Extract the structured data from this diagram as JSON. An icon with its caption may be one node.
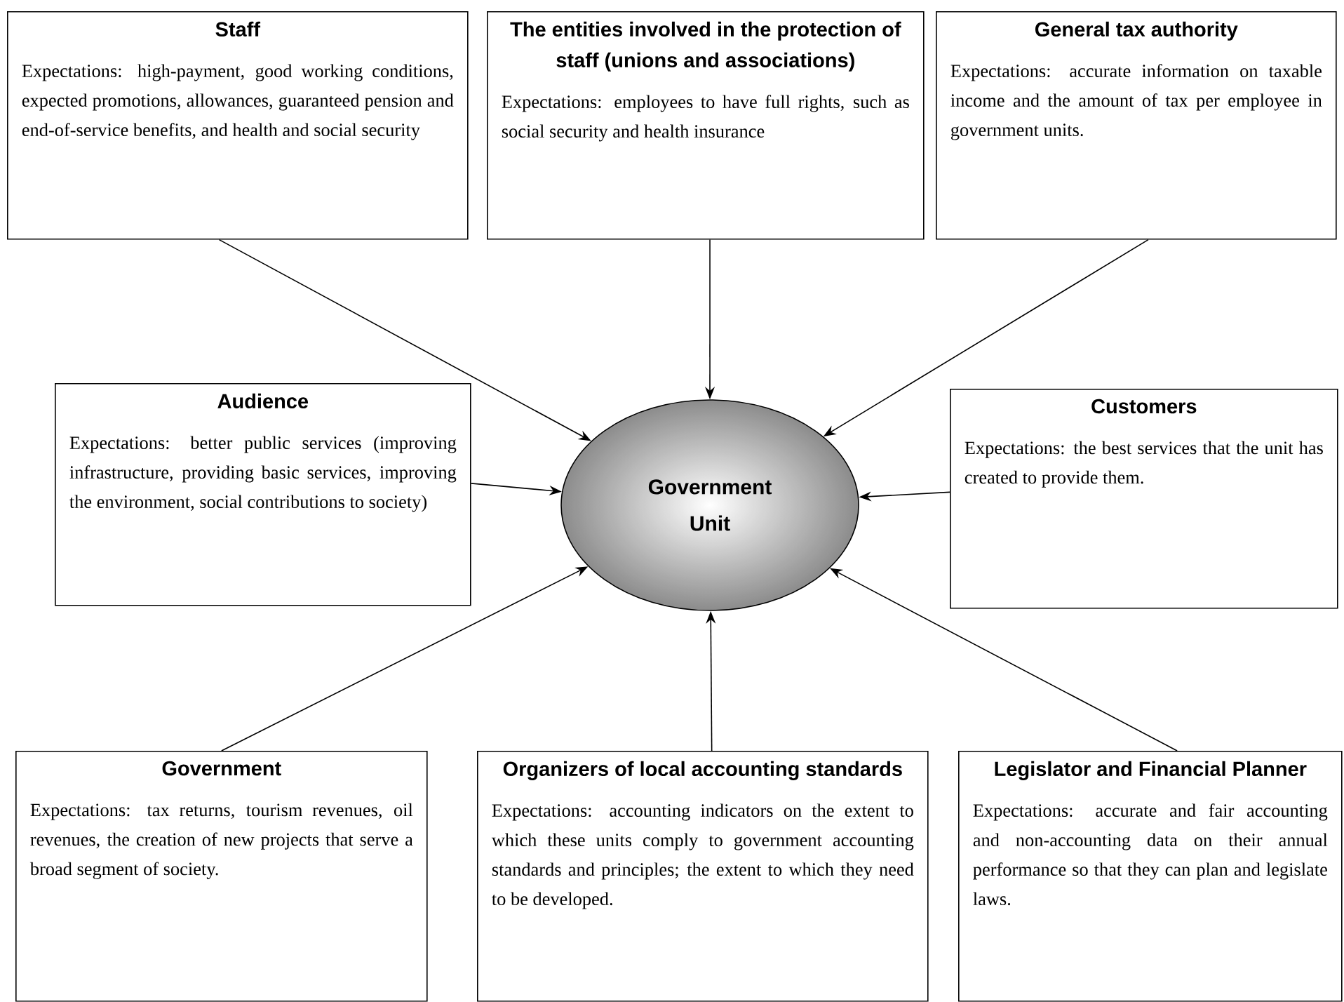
{
  "diagram": {
    "nodes": [
      {
        "text": [
          "Staff",
          "Expectations: high-payment, good working conditions, expected promotions, allowances, guaranteed pension and end-of-service benefits, and health and social security"
        ]
      },
      {
        "text": [
          "The entities involved in the protection of staff (unions and associations)",
          "Expectations: employees to have full rights, such as social security and health insurance"
        ]
      },
      {
        "text": [
          "General tax authority",
          "Expectations: accurate information on taxable income and the amount of tax per employee in government units."
        ]
      },
      {
        "text": [
          "Audience",
          "Expectations: better public services (improving infrastructure, providing basic services, improving the environment, social contributions to society)"
        ]
      },
      {
        "text": [
          "Customers",
          "Expectations: the best services that the unit has created to provide them."
        ]
      },
      {
        "text": [
          "Government",
          "Expectations: tax returns, tourism revenues, oil revenues, the creation of new projects that serve a broad segment of society."
        ]
      },
      {
        "text": [
          "Organizers of local accounting standards",
          "Expectations: accounting indicators on the extent to which these units comply to government accounting standards and principles; the extent to which they need to be developed."
        ]
      },
      {
        "text": [
          "Legislator and Financial Planner",
          "Expectations: accurate and fair accounting and non-accounting data on their annual performance so that they can plan and legislate laws."
        ]
      },
      {
        "text": [
          "Government Unit"
        ]
      }
    ],
    "edges": [
      {
        "from": 0,
        "to": 8,
        "arrow": "to"
      },
      {
        "from": 1,
        "to": 8,
        "arrow": "to"
      },
      {
        "from": 2,
        "to": 8,
        "arrow": "to"
      },
      {
        "from": 3,
        "to": 8,
        "arrow": "to"
      },
      {
        "from": 4,
        "to": 8,
        "arrow": "to"
      },
      {
        "from": 5,
        "to": 8,
        "arrow": "to"
      },
      {
        "from": 6,
        "to": 8,
        "arrow": "to"
      },
      {
        "from": 7,
        "to": 8,
        "arrow": "to"
      }
    ]
  }
}
